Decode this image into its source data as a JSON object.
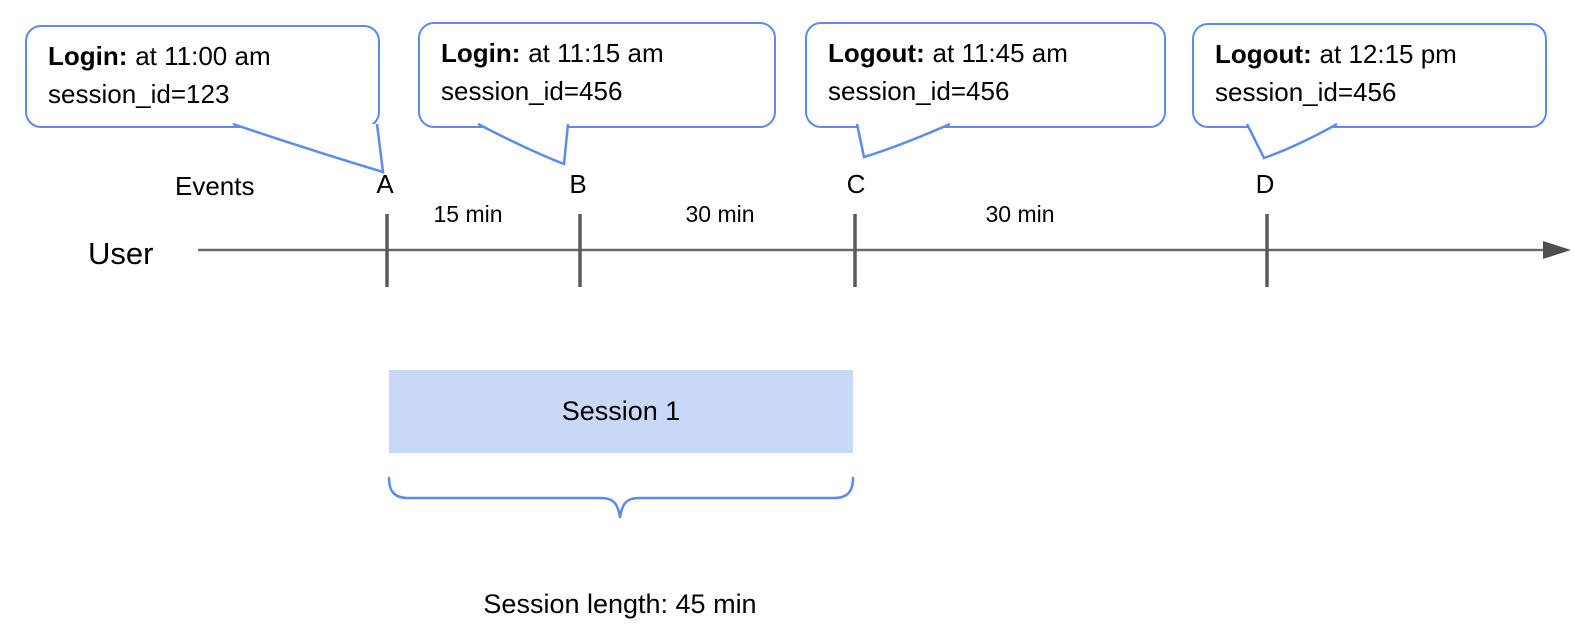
{
  "colors": {
    "accent_blue": "#5b8ceb",
    "session_box_fill": "#c8d8f6",
    "timeline_gray": "#666666"
  },
  "callouts": [
    {
      "label": "Login:",
      "time": "at 11:00 am",
      "session": "session_id=123"
    },
    {
      "label": "Login:",
      "time": "at 11:15 am",
      "session": "session_id=456"
    },
    {
      "label": "Logout:",
      "time": "at 11:45 am",
      "session": "session_id=456"
    },
    {
      "label": "Logout:",
      "time": "at 12:15 pm",
      "session": "session_id=456"
    }
  ],
  "timeline": {
    "events_label": "Events",
    "user_label": "User",
    "markers": [
      {
        "letter": "A"
      },
      {
        "letter": "B"
      },
      {
        "letter": "C"
      },
      {
        "letter": "D"
      }
    ],
    "intervals": [
      {
        "label": "15 min"
      },
      {
        "label": "30 min"
      },
      {
        "label": "30 min"
      }
    ]
  },
  "session": {
    "box_label": "Session 1",
    "length_label": "Session length: 45 min"
  }
}
